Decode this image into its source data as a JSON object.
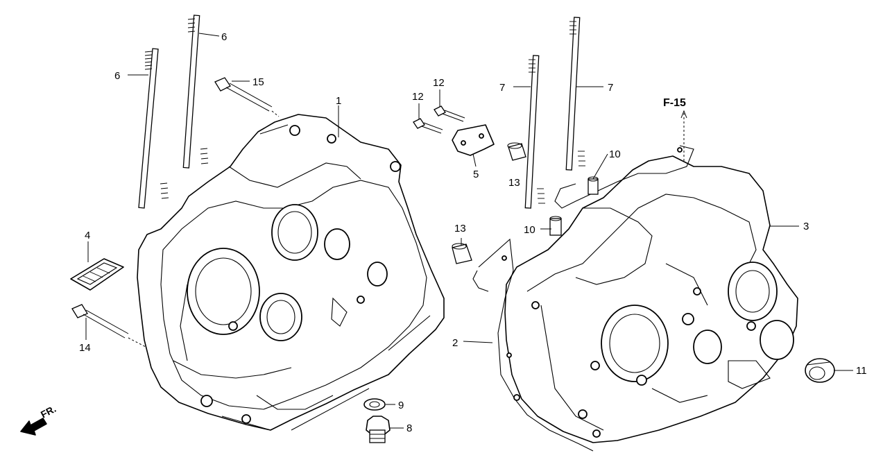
{
  "callouts": {
    "c1": "1",
    "c2": "2",
    "c3": "3",
    "c4": "4",
    "c5": "5",
    "c6a": "6",
    "c6b": "6",
    "c7a": "7",
    "c7b": "7",
    "c8": "8",
    "c9": "9",
    "c10a": "10",
    "c10b": "10",
    "c11": "11",
    "c12a": "12",
    "c12b": "12",
    "c13a": "13",
    "c13b": "13",
    "c14": "14",
    "c15": "15"
  },
  "reference": "F-15",
  "direction": "FR."
}
